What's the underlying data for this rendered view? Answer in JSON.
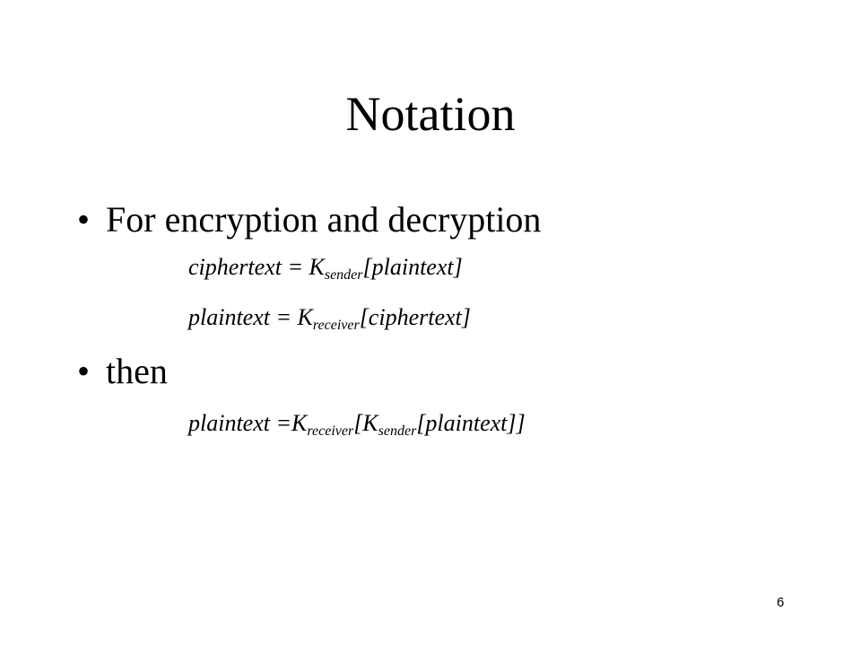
{
  "slide": {
    "title": "Notation",
    "bullets": [
      {
        "text": "For encryption and decryption"
      },
      {
        "text": "then"
      }
    ],
    "formulas": {
      "encrypt": {
        "lhs": "ciphertext = K",
        "sub": "sender",
        "rhs": "[plaintext]"
      },
      "decrypt": {
        "lhs": "plaintext = K",
        "sub": "receiver",
        "rhs": "[ciphertext]"
      },
      "combined": {
        "lhs": "plaintext =K",
        "sub1": "receiver",
        "mid": "[K",
        "sub2": "sender",
        "rhs": "[plaintext]]"
      }
    },
    "bullet_char": "•",
    "page_number": "6"
  }
}
